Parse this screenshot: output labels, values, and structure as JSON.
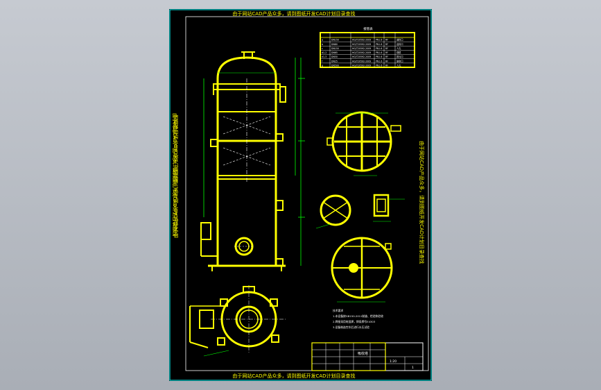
{
  "colors": {
    "background": "#b8bcc3",
    "sheet": "#000000",
    "frame": "#00ffff",
    "outline": "#ffff00",
    "dimension": "#00ff00",
    "note": "#ffffff"
  },
  "border_text": {
    "top": "由于网站CAD产品众多，请到图纸开发CAD计划目录查找",
    "bottom": "由于网站CAD产品众多，请到图纸开发CAD计划目录查找",
    "left": "由于网站CAD产品众多，请到图纸开发CAD计划目录查找",
    "right": "由于网站CAD产品众多，请到图纸开发CAD计划目录查找"
  },
  "nozzle_table": {
    "title": "接管表",
    "rows": [
      [
        "a",
        "DN150",
        "HG/T20592-2009",
        "PN1.6",
        "RF",
        "进料口"
      ],
      [
        "b",
        "DN80",
        "HG/T20592-2009",
        "PN1.6",
        "RF",
        "出料口"
      ],
      [
        "c",
        "DN150",
        "HG/T20592-2009",
        "PN1.6",
        "RF",
        "人孔"
      ],
      [
        "d1-2",
        "DN65",
        "HG/T20592-2009",
        "PN1.6",
        "RF",
        "视镜"
      ],
      [
        "e1-3",
        "DN50",
        "HG/T20592-2009",
        "PN1.6",
        "RF",
        "排污口"
      ],
      [
        "f",
        "DN25",
        "HG/T20592-2009",
        "PN1.6",
        "RF",
        "放空口"
      ],
      [
        "g",
        "DN500",
        "HG/T20592-2009",
        "PN1.6",
        "RF",
        "人孔"
      ]
    ]
  },
  "notes": [
    "技术要求",
    "1.本设备按GB150-2011制造、检验和验收",
    "2.焊接采用电弧焊，焊条牌号E4303",
    "3.设备制造完毕后进行水压试验"
  ],
  "title_block": {
    "drawing_name": "吸收塔",
    "scale": "1:20",
    "sheet_no": "1"
  },
  "icons": [
    "tower-elevation-icon",
    "plan-view-icon",
    "section-view-icon"
  ]
}
